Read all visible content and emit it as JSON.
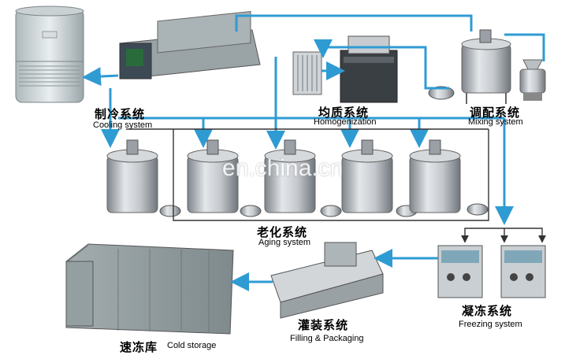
{
  "watermark": "en.china.cn",
  "colors": {
    "flow_blue": "#2f9bd3",
    "line_dark": "#333333",
    "steel": "#b8bcc0",
    "steel_dark": "#6f767c",
    "storage": "#8f9a9c",
    "text": "#000000"
  },
  "stations": {
    "cooling": {
      "zh": "制冷系统",
      "en": "Cooling system",
      "icon": "cooling-tower-icon"
    },
    "homogenization": {
      "zh": "均质系统",
      "en": "Homogenization",
      "icon": "homogenizer-icon"
    },
    "mixing": {
      "zh": "调配系统",
      "en": "Mixing system",
      "icon": "mixing-tank-icon"
    },
    "aging": {
      "zh": "老化系统",
      "en": "Aging system",
      "icon": "aging-tank-icon"
    },
    "freezing": {
      "zh": "凝冻系统",
      "en": "Freezing system",
      "icon": "freezer-machine-icon"
    },
    "filling": {
      "zh": "灌装系统",
      "en": "Filling & Packaging",
      "icon": "filling-machine-icon"
    },
    "storage": {
      "zh": "速冻库",
      "en": "Cold storage",
      "icon": "cold-storage-icon"
    }
  }
}
